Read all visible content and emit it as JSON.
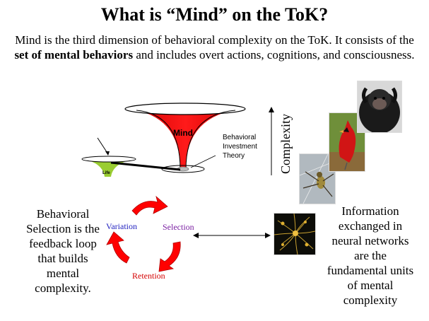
{
  "title": "What is “Mind” on the ToK?",
  "intro_before": "Mind is the third dimension of behavioral complexity on the ToK. It consists of the ",
  "intro_bold": "set of mental behaviors",
  "intro_after": " and includes overt actions, cognitions, and consciousness.",
  "funnel": {
    "mind_label": "Mind",
    "life_label": "Life",
    "bit_line1": "Behavioral",
    "bit_line2": "Investment",
    "bit_line3": "Theory"
  },
  "complexity_label": "Complexity",
  "left_note": "Behavioral Selection is the feedback loop that builds mental complexity.",
  "cycle": {
    "variation": "Variation",
    "selection": "Selection",
    "retention": "Retention"
  },
  "right_note": "Information exchanged in neural networks are the fundamental units of mental complexity",
  "colors": {
    "mind_red": "#ff0000",
    "life_green": "#9acd32",
    "variation_blue": "#1f1fbf",
    "selection_purple": "#7a1fa2",
    "retention_red": "#d40000"
  }
}
